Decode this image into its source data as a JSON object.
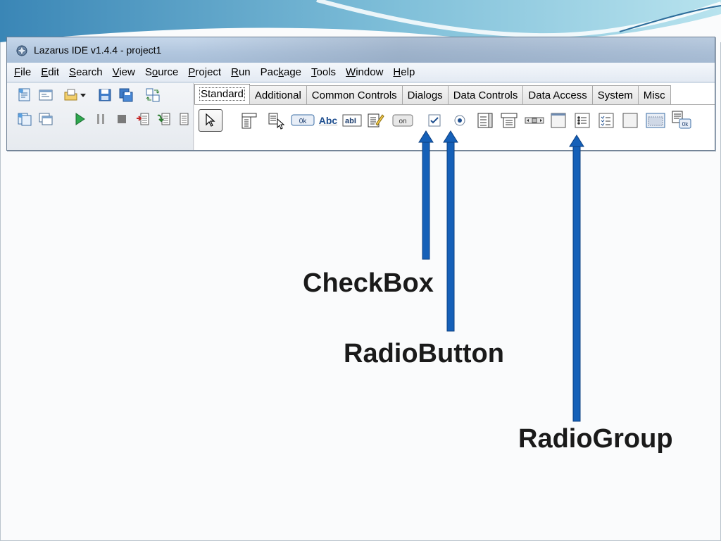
{
  "window": {
    "title": "Lazarus IDE v1.4.4 - project1"
  },
  "menubar": {
    "items": [
      {
        "label": "File",
        "key": "F",
        "rest": "ile"
      },
      {
        "label": "Edit",
        "key": "E",
        "rest": "dit"
      },
      {
        "label": "Search",
        "key": "S",
        "rest": "earch"
      },
      {
        "label": "View",
        "key": "V",
        "rest": "iew"
      },
      {
        "label": "Source",
        "key": "o",
        "pre": "S",
        "rest": "urce"
      },
      {
        "label": "Project",
        "key": "P",
        "rest": "roject"
      },
      {
        "label": "Run",
        "key": "R",
        "rest": "un"
      },
      {
        "label": "Package",
        "key": "k",
        "pre": "Pac",
        "rest": "age"
      },
      {
        "label": "Tools",
        "key": "T",
        "rest": "ools"
      },
      {
        "label": "Window",
        "key": "W",
        "rest": "indow"
      },
      {
        "label": "Help",
        "key": "H",
        "rest": "elp"
      }
    ]
  },
  "palette": {
    "tabs": [
      "Standard",
      "Additional",
      "Common Controls",
      "Dialogs",
      "Data Controls",
      "Data Access",
      "System",
      "Misc"
    ],
    "active_tab": "Standard",
    "button_ok_caption": "0k",
    "label_caption": "Abc",
    "edit_caption": "abI",
    "toggle_caption": "on"
  },
  "annotations": {
    "checkbox": "CheckBox",
    "radiobutton": "RadioButton",
    "radiogroup": "RadioGroup"
  },
  "colors": {
    "arrow": "#1560b8",
    "arrow_edge": "#0b3f82"
  }
}
